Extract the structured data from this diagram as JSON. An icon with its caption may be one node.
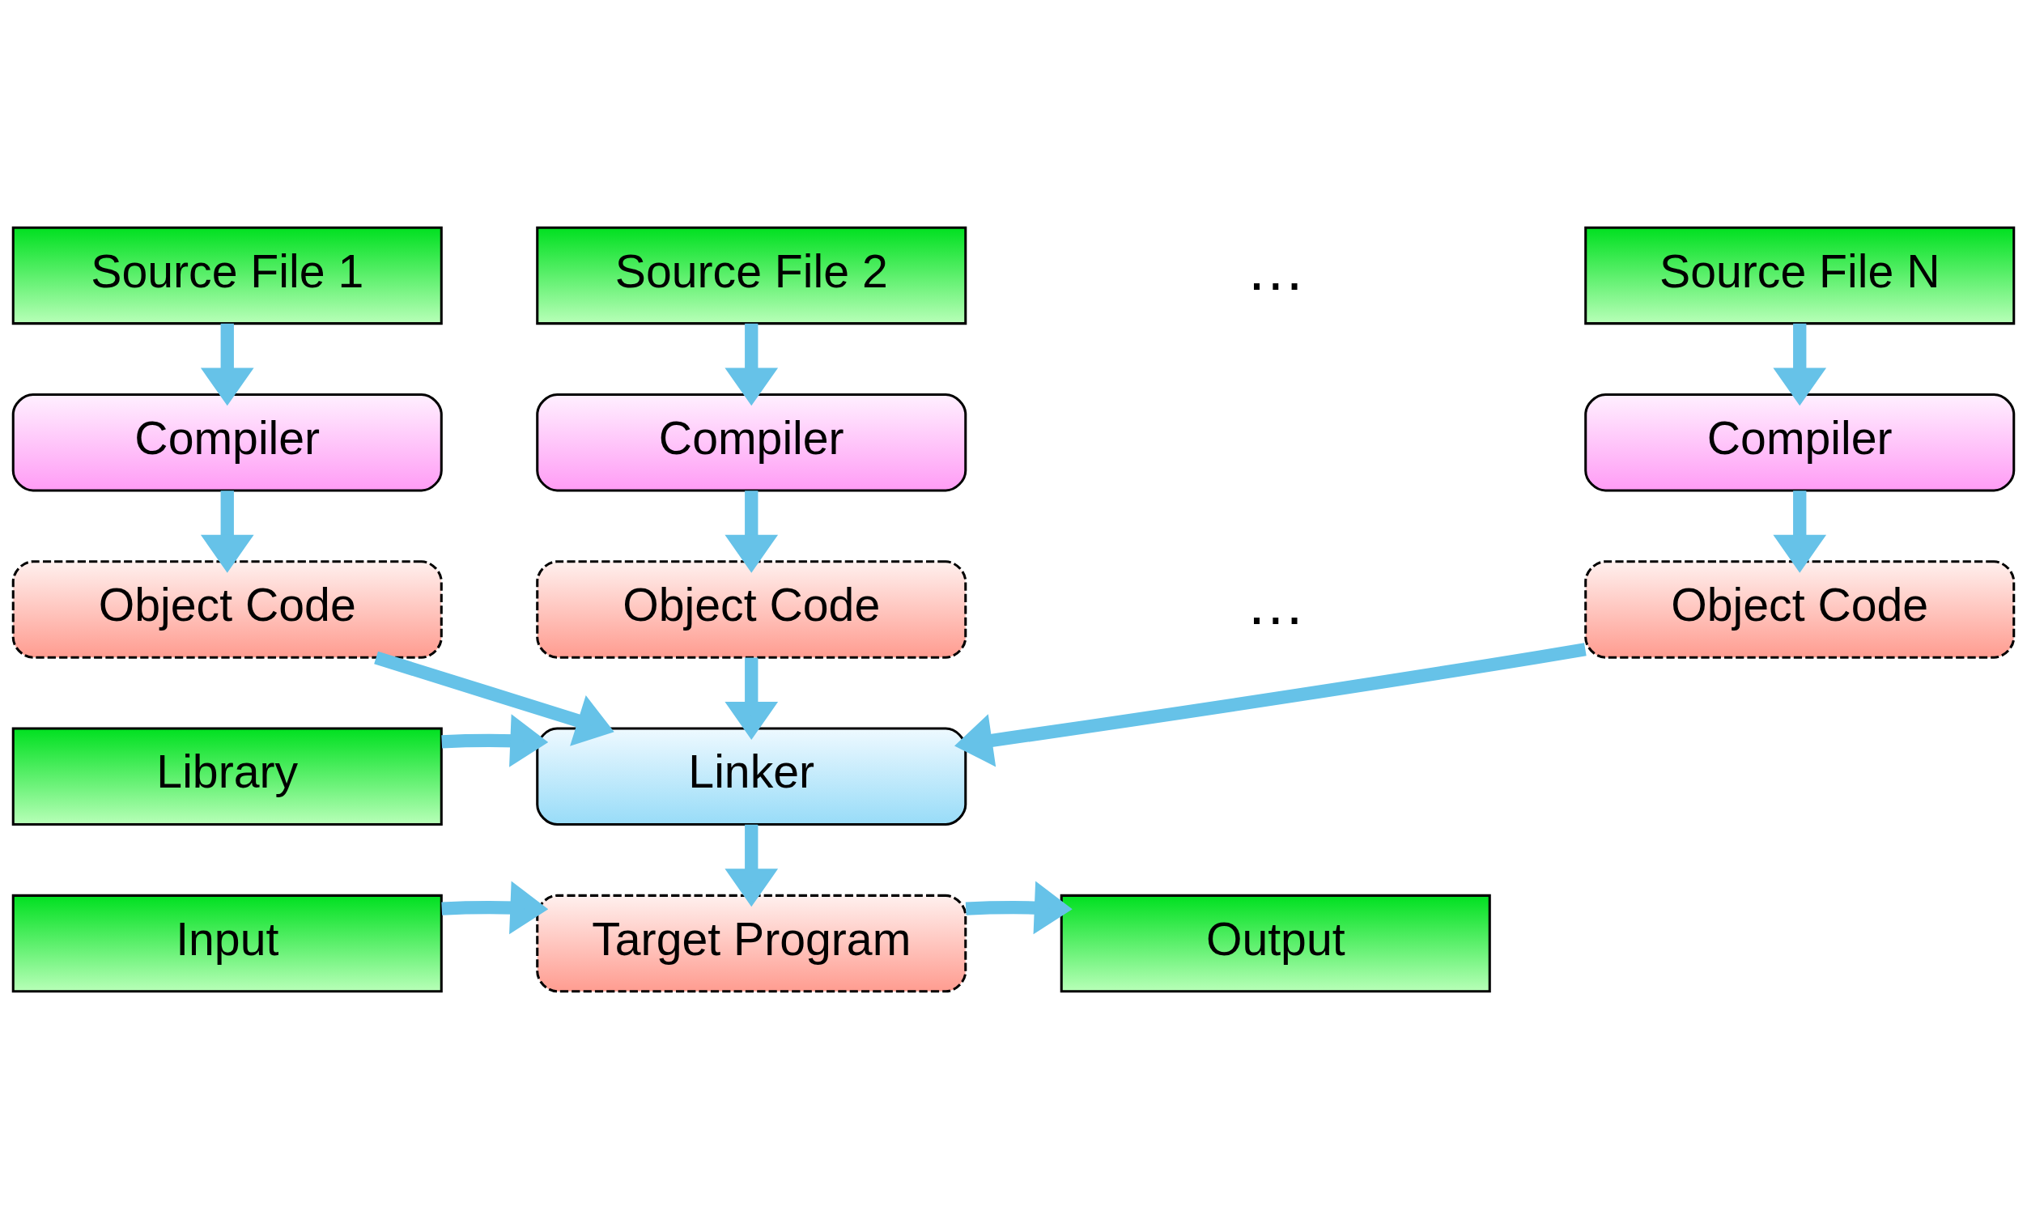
{
  "diagram": {
    "nodes": [
      {
        "text": [
          "Source File 1"
        ]
      },
      {
        "text": [
          "Source File 2"
        ]
      },
      {
        "text": [
          "Source File N"
        ]
      },
      {
        "text": [
          "Compiler"
        ]
      },
      {
        "text": [
          "Compiler"
        ]
      },
      {
        "text": [
          "Compiler"
        ]
      },
      {
        "text": [
          "Object Code"
        ]
      },
      {
        "text": [
          "Object Code"
        ]
      },
      {
        "text": [
          "Object Code"
        ]
      },
      {
        "text": [
          "Library"
        ]
      },
      {
        "text": [
          "Linker"
        ]
      },
      {
        "text": [
          "Input"
        ]
      },
      {
        "text": [
          "Target Program"
        ]
      },
      {
        "text": [
          "Output"
        ]
      }
    ],
    "edges": [
      {
        "from": 0,
        "to": 3,
        "arrow": "to"
      },
      {
        "from": 1,
        "to": 4,
        "arrow": "to"
      },
      {
        "from": 2,
        "to": 5,
        "arrow": "to"
      },
      {
        "from": 3,
        "to": 6,
        "arrow": "to"
      },
      {
        "from": 4,
        "to": 7,
        "arrow": "to"
      },
      {
        "from": 5,
        "to": 8,
        "arrow": "to"
      },
      {
        "from": 6,
        "to": 10,
        "arrow": "to"
      },
      {
        "from": 7,
        "to": 10,
        "arrow": "to"
      },
      {
        "from": 8,
        "to": 10,
        "arrow": "to"
      },
      {
        "from": 9,
        "to": 10,
        "arrow": "to"
      },
      {
        "from": 10,
        "to": 12,
        "arrow": "to"
      },
      {
        "from": 11,
        "to": 12,
        "arrow": "to"
      },
      {
        "from": 12,
        "to": 13,
        "arrow": "to"
      }
    ],
    "labels": [
      "…",
      "…"
    ]
  }
}
